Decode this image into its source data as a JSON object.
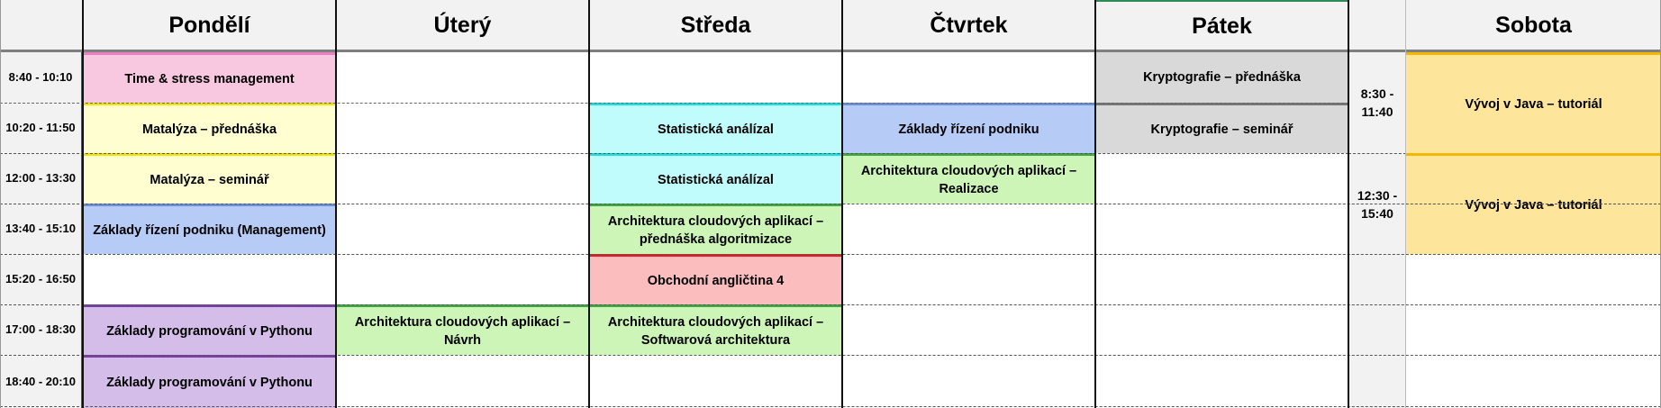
{
  "days": {
    "mon": "Pondělí",
    "tue": "Úterý",
    "wed": "Středa",
    "thu": "Čtvrtek",
    "fri": "Pátek",
    "sat": "Sobota"
  },
  "times": [
    "8:40 - 10:10",
    "10:20 - 11:50",
    "12:00 - 13:30",
    "13:40 - 15:10",
    "15:20 - 16:50",
    "17:00 - 18:30",
    "18:40 - 20:10"
  ],
  "saturday_times": [
    "8:30 - 11:40",
    "12:30 - 15:40"
  ],
  "events": {
    "mon_1": "Time & stress management",
    "mon_2": "Matalýza – přednáška",
    "mon_3": "Matalýza – seminář",
    "mon_4": "Základy řízení podniku (Management)",
    "mon_6": "Základy programování v Pythonu",
    "mon_7": "Základy programování v Pythonu",
    "tue_6": "Architektura cloudových aplikací – Návrh",
    "wed_2": "Statistická análízal",
    "wed_3": "Statistická análízal",
    "wed_4": "Architektura cloudových aplikací – přednáška algoritmizace",
    "wed_5": "Obchodní angličtina 4",
    "wed_6": "Architektura cloudových aplikací – Softwarová architektura",
    "thu_2": "Základy řízení podniku",
    "thu_3": "Architektura cloudových aplikací – Realizace",
    "fri_1": "Kryptografie – přednáška",
    "fri_2": "Kryptografie – seminář",
    "sat_1": "Vývoj v Java – tutoriál",
    "sat_2": "Vývoj v Java – tutoriál"
  },
  "colors": {
    "header_bg": "#f2f2f2",
    "pink": "#f8c8e0",
    "yellow_light": "#fefed0",
    "blue": "#b7cbf7",
    "purple": "#d5bde9",
    "green": "#cdf5b8",
    "cyan": "#c1fcfc",
    "red": "#fbbdbd",
    "gray": "#d9d9d9",
    "gold": "#fde59b"
  }
}
